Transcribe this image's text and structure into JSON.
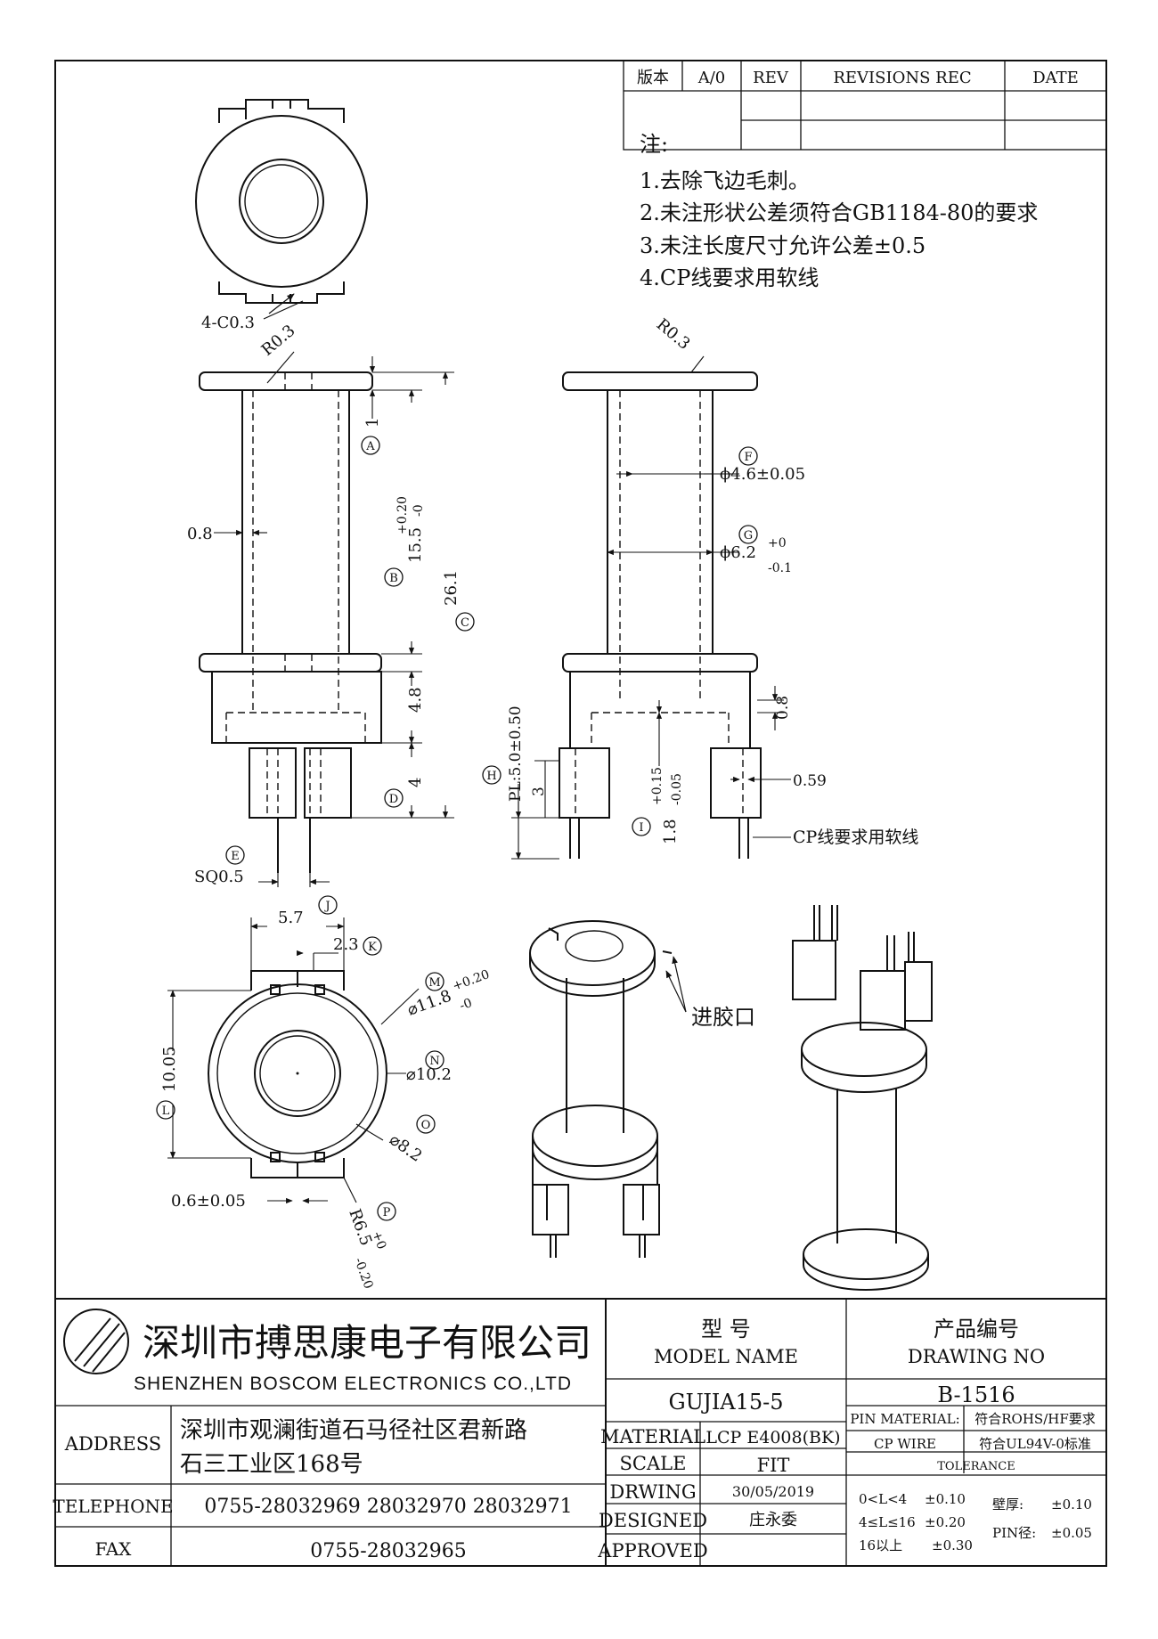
{
  "revision_table": {
    "version_label": "版本",
    "version_value": "A/0",
    "rev_label": "REV",
    "revisions_label": "REVISIONS REC",
    "date_label": "DATE"
  },
  "notes": {
    "heading": "注:",
    "items": [
      "1.去除飞边毛刺。",
      "2.未注形状公差须符合GB1184-80的要求",
      "3.未注长度尺寸允许公差±0.5",
      "4.CP线要求用软线"
    ]
  },
  "dimensions": {
    "top_chamfer": "4-C0.3",
    "side_r_left": "R0.3",
    "side_r_right": "R0.3",
    "wall": "0.8",
    "a_val": "1",
    "b_main": "15.5",
    "b_tol_up": "+0.20",
    "b_tol_down": "-0",
    "c_val": "26.1",
    "height_48": "4.8",
    "d_val": "4",
    "sq": "SQ0.5",
    "f_dia": "ϕ4.6±0.05",
    "g_dia": "ϕ6.2",
    "g_tol_up": "+0",
    "g_tol_down": "-0.1",
    "pl": "PL:5.0±0.50",
    "three": "3",
    "i_main": "1.8",
    "i_tol_up": "+0.15",
    "i_tol_down": "-0.05",
    "right_08": "0.8",
    "pin_059": "0.59",
    "cp_note": "CP线要求用软线",
    "j_val": "5.7",
    "k_val": "2.3",
    "m_dia": "⌀11.8",
    "m_tol_up": "+0.20",
    "m_tol_down": "-0",
    "n_dia": "⌀10.2",
    "o_dia": "⌀8.2",
    "l_val": "10.05",
    "slot": "0.6±0.05",
    "p_r": "R6.5",
    "p_tol_up": "+0",
    "p_tol_down": "-0.20",
    "gate": "进胶口"
  },
  "callouts": [
    "A",
    "B",
    "C",
    "D",
    "E",
    "F",
    "G",
    "H",
    "I",
    "J",
    "K",
    "L",
    "M",
    "N",
    "O",
    "P"
  ],
  "title_block": {
    "company_cn": "深圳市搏思康电子有限公司",
    "company_en": "SHENZHEN BOSCOM ELECTRONICS CO.,LTD",
    "model_cn": "型   号",
    "model_en": "MODEL NAME",
    "drawing_cn": "产品编号",
    "drawing_en": "DRAWING NO",
    "model_value": "GUJIA15-5",
    "drawing_value": "B-1516",
    "address_label": "ADDRESS",
    "address_line1": "深圳市观澜街道石马径社区君新路",
    "address_line2": "石三工业区168号",
    "material_label": "MATERIAL",
    "material_value": "LCP E4008(BK)",
    "pin_material_label": "PIN MATERIAL:",
    "pin_material_value": "符合ROHS/HF要求",
    "cp_wire_label": "CP WIRE",
    "cp_wire_value": "符合UL94V-0标准",
    "scale_label": "SCALE",
    "scale_value": "FIT",
    "tolerance_label": "TOLERANCE",
    "telephone_label": "TELEPHONE",
    "telephone_value": "0755-28032969 28032970 28032971",
    "drwing_label": "DRWING",
    "drwing_value": "30/05/2019",
    "designed_label": "DESIGNED",
    "designed_value": "庄永委",
    "approved_label": "APPROVED",
    "fax_label": "FAX",
    "fax_value": "0755-28032965",
    "tol_rows": [
      {
        "range": "0<L<4",
        "tol": "±0.10"
      },
      {
        "range": "4≤L≤16",
        "tol": "±0.20"
      },
      {
        "range": "16以上",
        "tol": "±0.30"
      }
    ],
    "wall_label": "壁厚:",
    "wall_tol": "±0.10",
    "pin_dia_label": "PIN径:",
    "pin_dia_tol": "±0.05"
  }
}
